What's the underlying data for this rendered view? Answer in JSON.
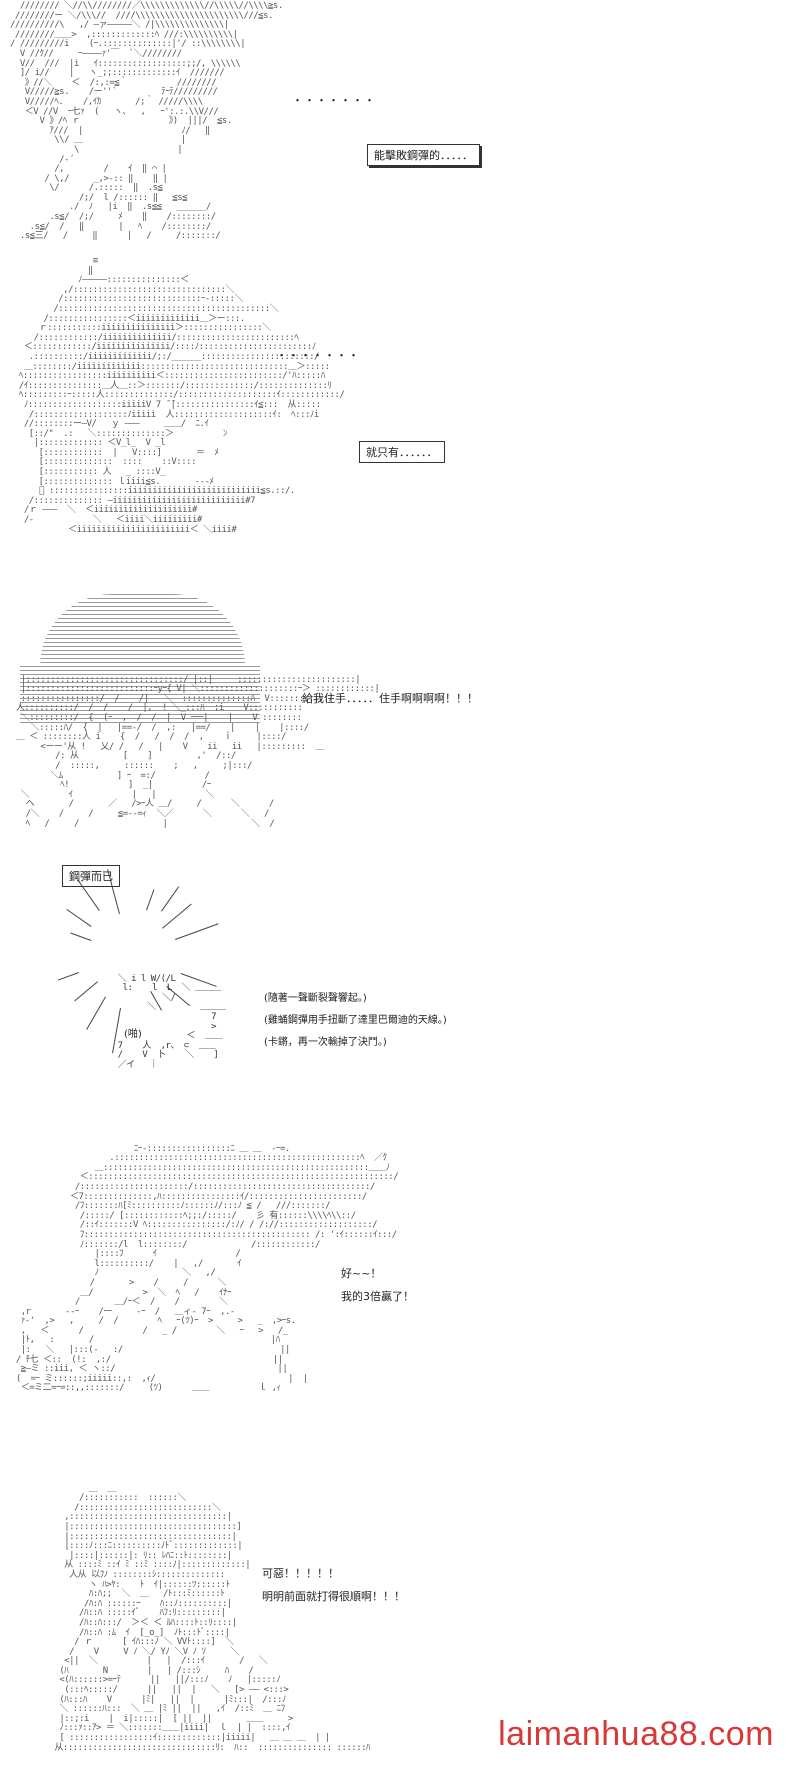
{
  "panels": [
    {
      "id": "p1",
      "ellipsis": "・・・・・・・",
      "box": "能擊敗鋼彈的．．．．．"
    },
    {
      "id": "p2",
      "ellipsis": "・・・・・・・",
      "box": "就只有．．．．．．"
    },
    {
      "id": "p3",
      "shout": "給我住手．．．．．住手啊啊啊啊！！！"
    },
    {
      "id": "p4",
      "box": "鋼彈而已",
      "sfx": "(啪)",
      "lines": [
        "(隨著一聲斷裂聲響起。)",
        "(雞蛹鋼彈用手扭斷了達里巴爾迪的天線。)",
        "(卡鏘，再一次輸掉了決鬥。)"
      ]
    },
    {
      "id": "p5",
      "lines": [
        "好~~！",
        "我的3倍贏了！"
      ]
    },
    {
      "id": "p6",
      "lines": [
        "可惡！！！！！",
        "明明前面就打得很順啊！！！"
      ]
    }
  ],
  "watermark": "laimanhua88.com",
  "colors": {
    "watermark": "#d93838",
    "ascii": "#555555"
  }
}
